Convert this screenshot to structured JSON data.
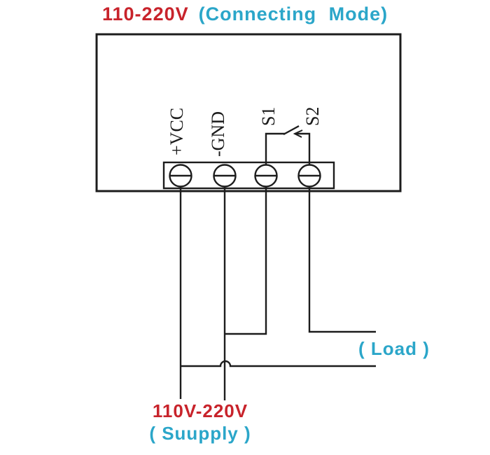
{
  "diagram": {
    "title": {
      "voltage_range": "110-220V",
      "mode": "(Connecting Mode)"
    },
    "terminal_block": {
      "labels": [
        "+VCC",
        "-GND",
        "S1",
        "S2"
      ]
    },
    "load_label": "( Load )",
    "supply": {
      "voltage_range": "110V-220V",
      "label": "( Suupply )"
    }
  },
  "colors": {
    "red": "#c8232b",
    "cyan": "#2ba6c9",
    "wire": "#1c1c1c",
    "background": "#ffffff"
  }
}
